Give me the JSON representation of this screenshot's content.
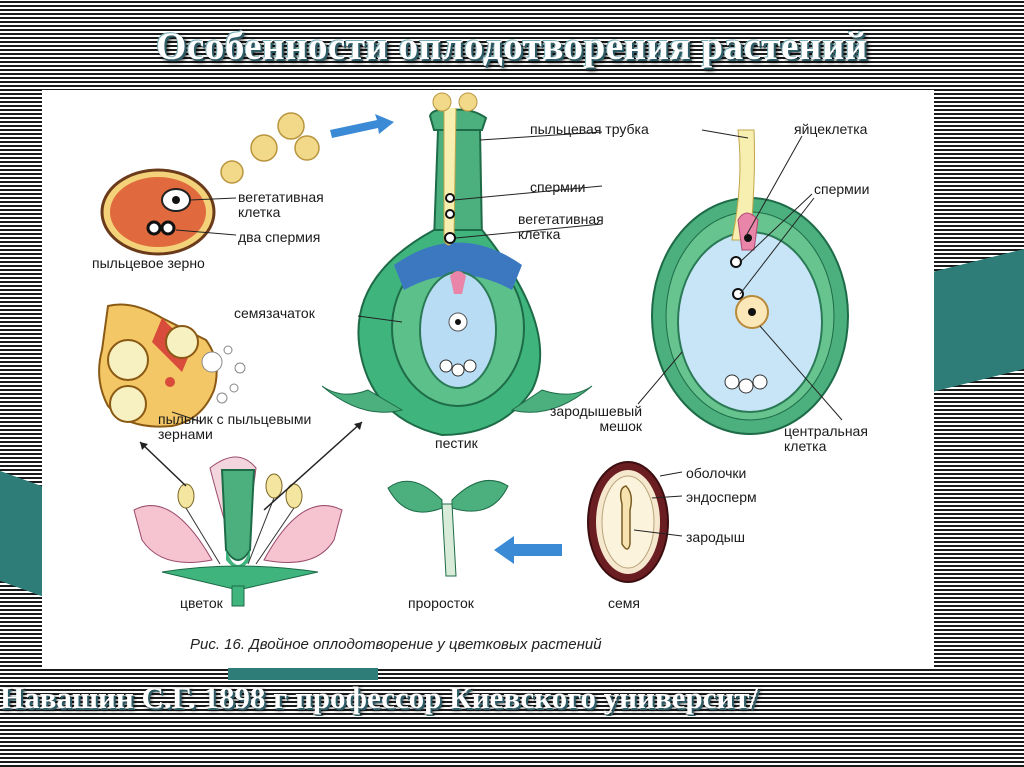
{
  "slide": {
    "title": "Особенности оплодотворения растений",
    "footer": "Навашин С.Г. 1898 г профессор Киевского университ/"
  },
  "figure": {
    "caption": "Рис. 16. Двойное оплодотворение у цветковых растений",
    "labels": {
      "pollen_grain": "пыльцевое зерно",
      "vegetative_cell": "вегетативная\nклетка",
      "two_sperm": "два спермия",
      "pollen_tube": "пыльцевая трубка",
      "egg_cell": "яйцеклетка",
      "sperm_1": "спермии",
      "sperm_2": "спермии",
      "vegetative_cell_2": "вегетативная\nклетка",
      "ovule": "семязачаток",
      "anther": "пыльник с пыльцевыми\nзернами",
      "pistil": "пестик",
      "embryo_sac": "зародышевый\nмешок",
      "central_cell": "центральная\nклетка",
      "coats": "оболочки",
      "endosperm": "эндосперм",
      "embryo": "зародыш",
      "flower": "цветок",
      "sprout": "проросток",
      "seed": "семя"
    }
  }
}
